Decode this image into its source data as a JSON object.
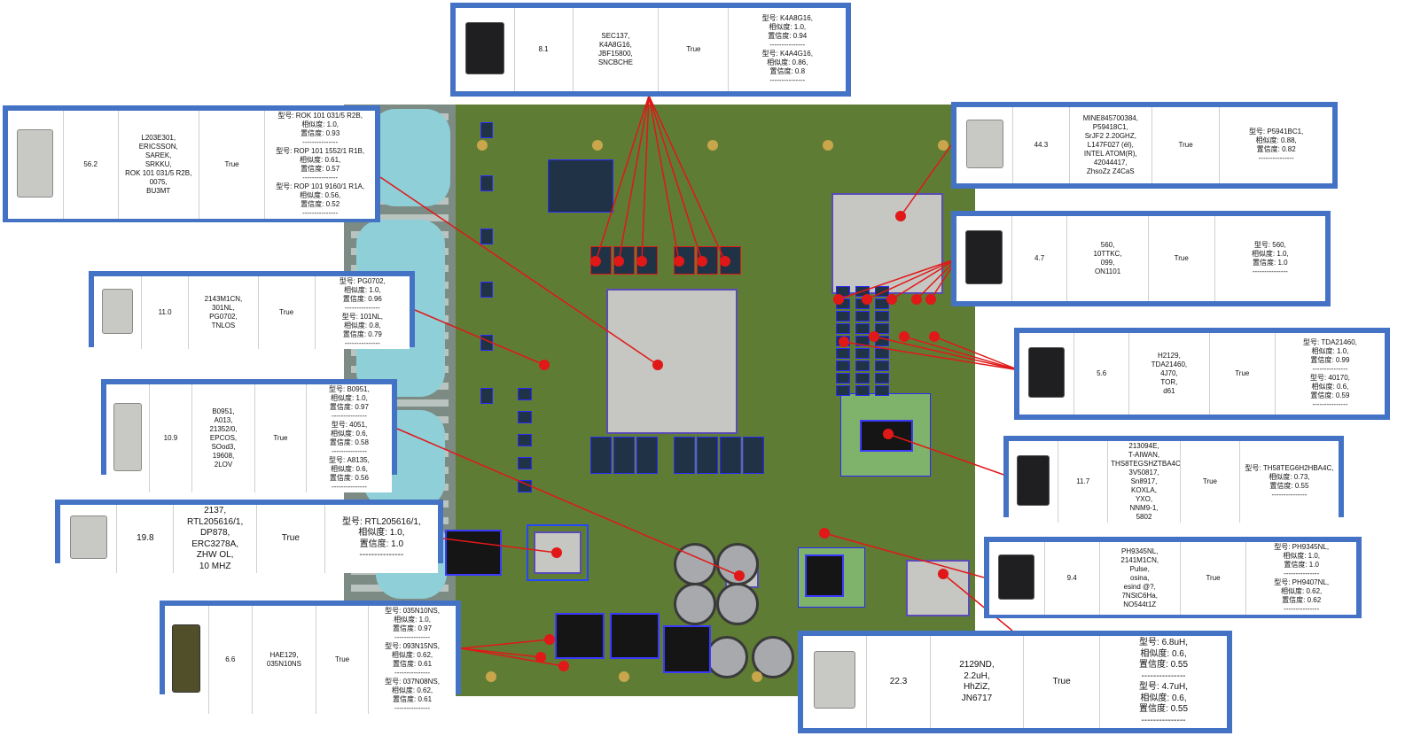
{
  "cards": [
    {
      "id": "memory",
      "score": "8.1",
      "ocr": "SEC137,\nK4A8G16,\nJBF15800,\nSNCBCHE",
      "status": "True",
      "matches": "型号: K4A8G16,\n相似度: 1.0,\n置信度: 0.94\n---------------\n型号: K4A4G16,\n相似度: 0.86,\n置信度: 0.8\n---------------",
      "thumb": "chip-dark"
    },
    {
      "id": "ericsson-soc",
      "score": "56.2",
      "ocr": "L203E301,\nERICSSON,\nSAREK,\nSRKKU,\nROK 101 031/5 R2B,\n0075,\nBU3MT",
      "status": "True",
      "matches": "型号: ROK 101 031/5 R2B,\n相似度: 1.0,\n置信度: 0.93\n---------------\n型号: ROP 101 1552/1 R1B,\n相似度: 0.61,\n置信度: 0.57\n---------------\n型号: ROP 101 9160/1 R1A,\n相似度: 0.56,\n置信度: 0.52\n---------------",
      "thumb": "chip-light"
    },
    {
      "id": "intel-atom",
      "score": "44.3",
      "ocr": "MINE845700384,\nP59418C1,\nSrJF2 2.20GHZ,\nL147F027 (él),\nINTEL ATOM(R),\n42044417,\nZhsoZz Z4CaS",
      "status": "True",
      "matches": "型号: P5941BC1,\n相似度: 0.88,\n置信度: 0.82\n---------------",
      "thumb": "chip-light"
    },
    {
      "id": "inductor-560",
      "score": "4.7",
      "ocr": "560,\n10TTKC,\n099,\nON1101",
      "status": "True",
      "matches": "型号: 560,\n相似度: 1.0,\n置信度: 1.0\n---------------",
      "thumb": "chip-dark"
    },
    {
      "id": "pg0702",
      "score": "11.0",
      "ocr": "2143M1CN,\n301NL,\nPG0702,\nTNLOS",
      "status": "True",
      "matches": "型号: PG0702,\n相似度: 1.0,\n置信度: 0.96\n---------------\n型号: 101NL,\n相似度: 0.8,\n置信度: 0.79\n---------------",
      "thumb": "chip-light"
    },
    {
      "id": "tda21460",
      "score": "5.6",
      "ocr": "H2129,\nTDA21460,\n4J70,\nTOR,\nd61",
      "status": "True",
      "matches": "型号: TDA21460,\n相似度: 1.0,\n置信度: 0.99\n---------------\n型号: 40170,\n相似度: 0.6,\n置信度: 0.59\n---------------",
      "thumb": "chip-dark"
    },
    {
      "id": "b0951",
      "score": "10.9",
      "ocr": "B0951,\nA013,\n21352/0,\nEPCOS,\nSOod3,\n19608,\n2LOV",
      "status": "True",
      "matches": "型号: B0951,\n相似度: 1.0,\n置信度: 0.97\n---------------\n型号: 4051,\n相似度: 0.6,\n置信度: 0.58\n---------------\n型号: A8135,\n相似度: 0.6,\n置信度: 0.56\n---------------",
      "thumb": "chip-light"
    },
    {
      "id": "toshiba-flash",
      "score": "11.7",
      "ocr": "213094E,\nT-AIWAN,\nTHS8TEGSHZTBA4C,\n3V50817,\nSn8917,\nKOXLA,\nYXO,\nNNM9-1,\n5802",
      "status": "True",
      "matches": "型号: TH58TEG6H2HBA4C,\n相似度: 0.73,\n置信度: 0.55\n---------------",
      "thumb": "chip-dark"
    },
    {
      "id": "oscillator",
      "score": "19.8",
      "ocr": "2137,\nRTL205616/1,\nDP878,\nERC3278A,\nZHW OL,\n10 MHZ",
      "status": "True",
      "matches": "型号: RTL205616/1,\n相似度: 1.0,\n置信度: 1.0\n---------------",
      "thumb": "chip-light"
    },
    {
      "id": "pulse-ph9345",
      "score": "9.4",
      "ocr": "PH9345NL,\n2141M1CN,\nPulse,\nosina,\nesind @?,\n7NStC6Ha,\nNO544t1Z",
      "status": "True",
      "matches": "型号: PH9345NL,\n相似度: 1.0,\n置信度: 1.0\n---------------\n型号: PH9407NL,\n相似度: 0.62,\n置信度: 0.62\n---------------",
      "thumb": "chip-dark"
    },
    {
      "id": "hae129",
      "score": "6.6",
      "ocr": "HAE129,\n035N10NS",
      "status": "True",
      "matches": "型号: 035N10NS,\n相似度: 1.0,\n置信度: 0.97\n---------------\n型号: 093N15NS,\n相似度: 0.62,\n置信度: 0.61\n---------------\n型号: 037N08NS,\n相似度: 0.62,\n置信度: 0.61\n---------------",
      "thumb": "chip-olive"
    },
    {
      "id": "inductor-2129nd",
      "score": "22.3",
      "ocr": "2129ND,\n2.2uH,\nHhZiZ,\nJN6717",
      "status": "True",
      "matches": "型号: 6.8uH,\n相似度: 0.6,\n置信度: 0.55\n---------------\n型号: 4.7uH,\n相似度: 0.6,\n置信度: 0.55\n---------------",
      "thumb": "chip-light"
    }
  ],
  "colors": {
    "card_border": "#4473c5",
    "leader_line": "#e01818",
    "board": "#5f7c34"
  }
}
